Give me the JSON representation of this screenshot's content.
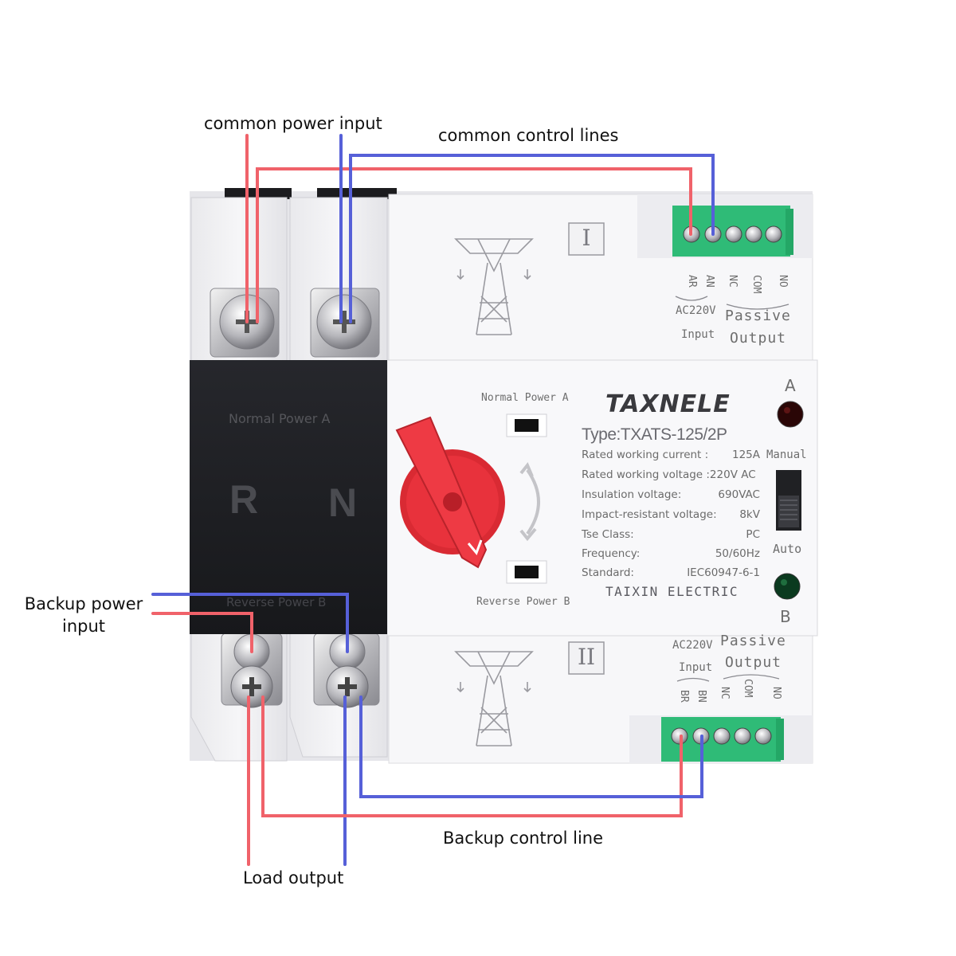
{
  "callouts": {
    "common_power_input": "common power input",
    "common_control_lines": "common control lines",
    "backup_power_input_1": "Backup power",
    "backup_power_input_2": "input",
    "backup_control_line": "Backup control line",
    "load_output": "Load output"
  },
  "device": {
    "brand": "TAXNELE",
    "type": "Type:TXATS-125/2P",
    "manufacturer": "TAIXIN ELECTRIC",
    "panel_normal": "Normal Power A",
    "panel_reverse": "Reverse Power B",
    "phase_r": "R",
    "phase_n": "N",
    "window_top_label": "Normal Power A",
    "window_bottom_label": "Reverse Power B",
    "roman_top": "I",
    "roman_bottom": "II",
    "indicator_a": "A",
    "indicator_b": "B",
    "switch_manual": "Manual",
    "switch_auto": "Auto",
    "specs": [
      {
        "label": "Rated working current :",
        "value": "125A"
      },
      {
        "label": "Rated working voltage :220V AC",
        "value": ""
      },
      {
        "label": "Insulation voltage:",
        "value": "690VAC"
      },
      {
        "label": "Impact-resistant voltage:",
        "value": "8kV"
      },
      {
        "label": "Tse  Class:",
        "value": "PC"
      },
      {
        "label": "Frequency:",
        "value": "50/60Hz"
      },
      {
        "label": "Standard:",
        "value": "IEC60947-6-1"
      }
    ],
    "top_terminals": {
      "ar": "AR",
      "an": "AN",
      "nc": "NC",
      "com": "COM",
      "no": "NO",
      "voltage": "AC220V",
      "input": "Input",
      "passive": "Passive",
      "output": "Output"
    },
    "bottom_terminals": {
      "br": "BR",
      "bn": "BN",
      "nc": "NC",
      "com": "COM",
      "no": "NO",
      "voltage": "AC220V",
      "input": "Input",
      "passive": "Passive",
      "output": "Output"
    }
  },
  "colors": {
    "live_wire": "#f0626a",
    "neutral_wire": "#5660d8",
    "terminal_green": "#35c27e",
    "knob_red": "#e8323c",
    "panel_black": "#1e1f23",
    "led_red": "#2a0606",
    "led_green": "#0b3a1f"
  }
}
